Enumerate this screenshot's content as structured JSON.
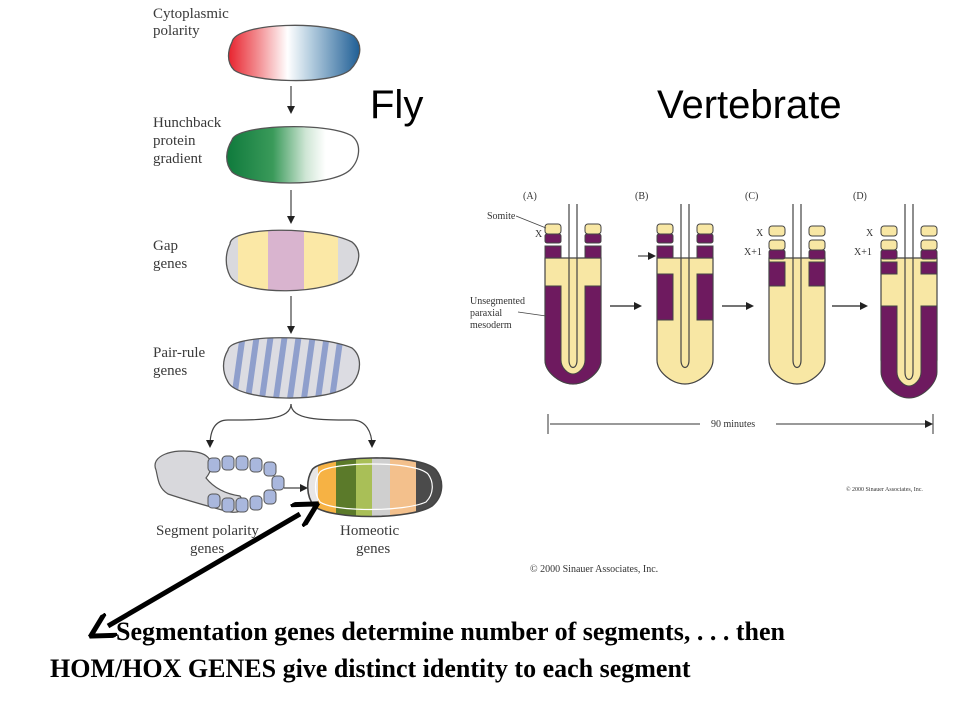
{
  "fly": {
    "heading": "Fly",
    "stages": [
      {
        "label": [
          "Cytoplasmic",
          "polarity"
        ]
      },
      {
        "label": [
          "Hunchback",
          "protein",
          "gradient"
        ]
      },
      {
        "label": [
          "Gap",
          "genes"
        ]
      },
      {
        "label": [
          "Pair-rule",
          "genes"
        ]
      }
    ],
    "segment_polarity_label": [
      "Segment polarity",
      "genes"
    ],
    "homeotic_label": [
      "Homeotic",
      "genes"
    ],
    "copyright": "© 2000 Sinauer Associates, Inc."
  },
  "vertebrate": {
    "heading": "Vertebrate",
    "panels": [
      "(A)",
      "(B)",
      "(C)",
      "(D)"
    ],
    "somite_label": "Somite",
    "x_label": "X",
    "x1_label": "X+1",
    "mesoderm_label": [
      "Unsegmented",
      "paraxial",
      "mesoderm"
    ],
    "time_label": "90 minutes",
    "copyright": "© 2000 Sinauer Associates, Inc.",
    "colors": {
      "purple": "#6e1a5f",
      "yellow": "#f8e7a4"
    }
  },
  "caption": {
    "line1": "Segmentation genes determine number of segments,  . . . then",
    "line2": "HOM/HOX GENES give distinct identity to each segment"
  }
}
